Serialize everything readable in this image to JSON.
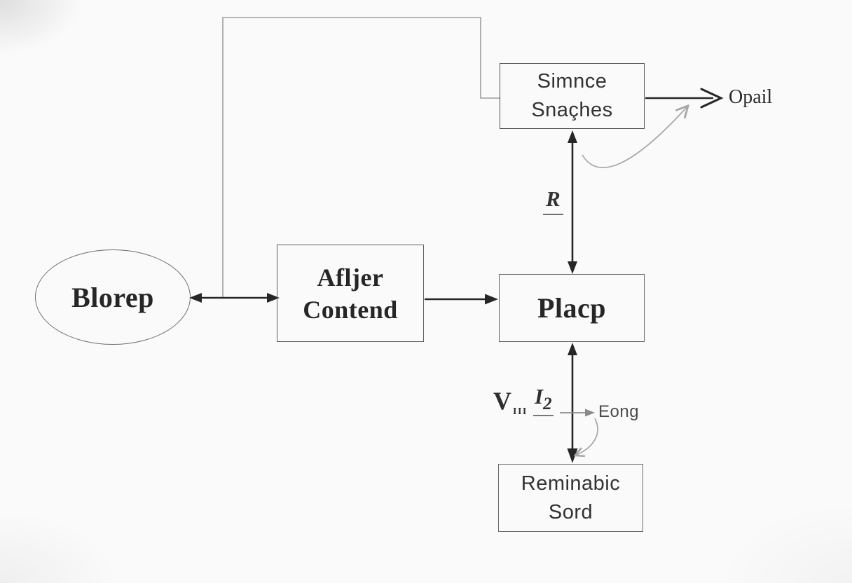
{
  "colors": {
    "background": "#fbfafa",
    "ink": "#262626",
    "gray": "#9e9e9e",
    "gray_dark": "#8a8a8a",
    "box_border": "#5f5f5f"
  },
  "nodes": {
    "blorep": {
      "label": "Blorep"
    },
    "afljer_contend": {
      "line1": "Afljer",
      "line2": "Contend"
    },
    "placp": {
      "label": "Placp"
    },
    "simnce_snaches": {
      "line1": "Simnce",
      "line2": "Snaçhes"
    },
    "reminabic_sord": {
      "line1": "Reminabic",
      "line2": "Sord"
    }
  },
  "labels": {
    "opail": "Opail",
    "r": "R",
    "v_base": "V",
    "v_sub": "III",
    "i_base": "I",
    "i_sub": "2",
    "eong": "Eong"
  }
}
